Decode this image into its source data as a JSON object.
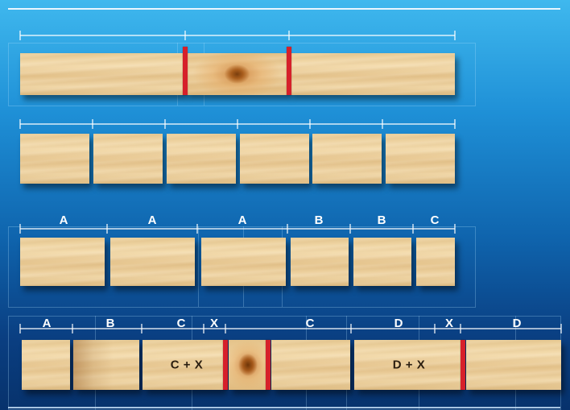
{
  "row3": {
    "labels": [
      "A",
      "A",
      "A",
      "B",
      "B",
      "C"
    ]
  },
  "row4": {
    "labels": [
      "A",
      "B",
      "C",
      "X",
      "C",
      "D",
      "X",
      "D"
    ],
    "board_labels": [
      "C + X",
      "D + X"
    ]
  },
  "colors": {
    "background_top": "#3fb8ee",
    "background_bottom": "#07326c",
    "cut_mark": "#d6202a",
    "dimension_line": "#ffffff",
    "wood": "#f0d6a6"
  }
}
